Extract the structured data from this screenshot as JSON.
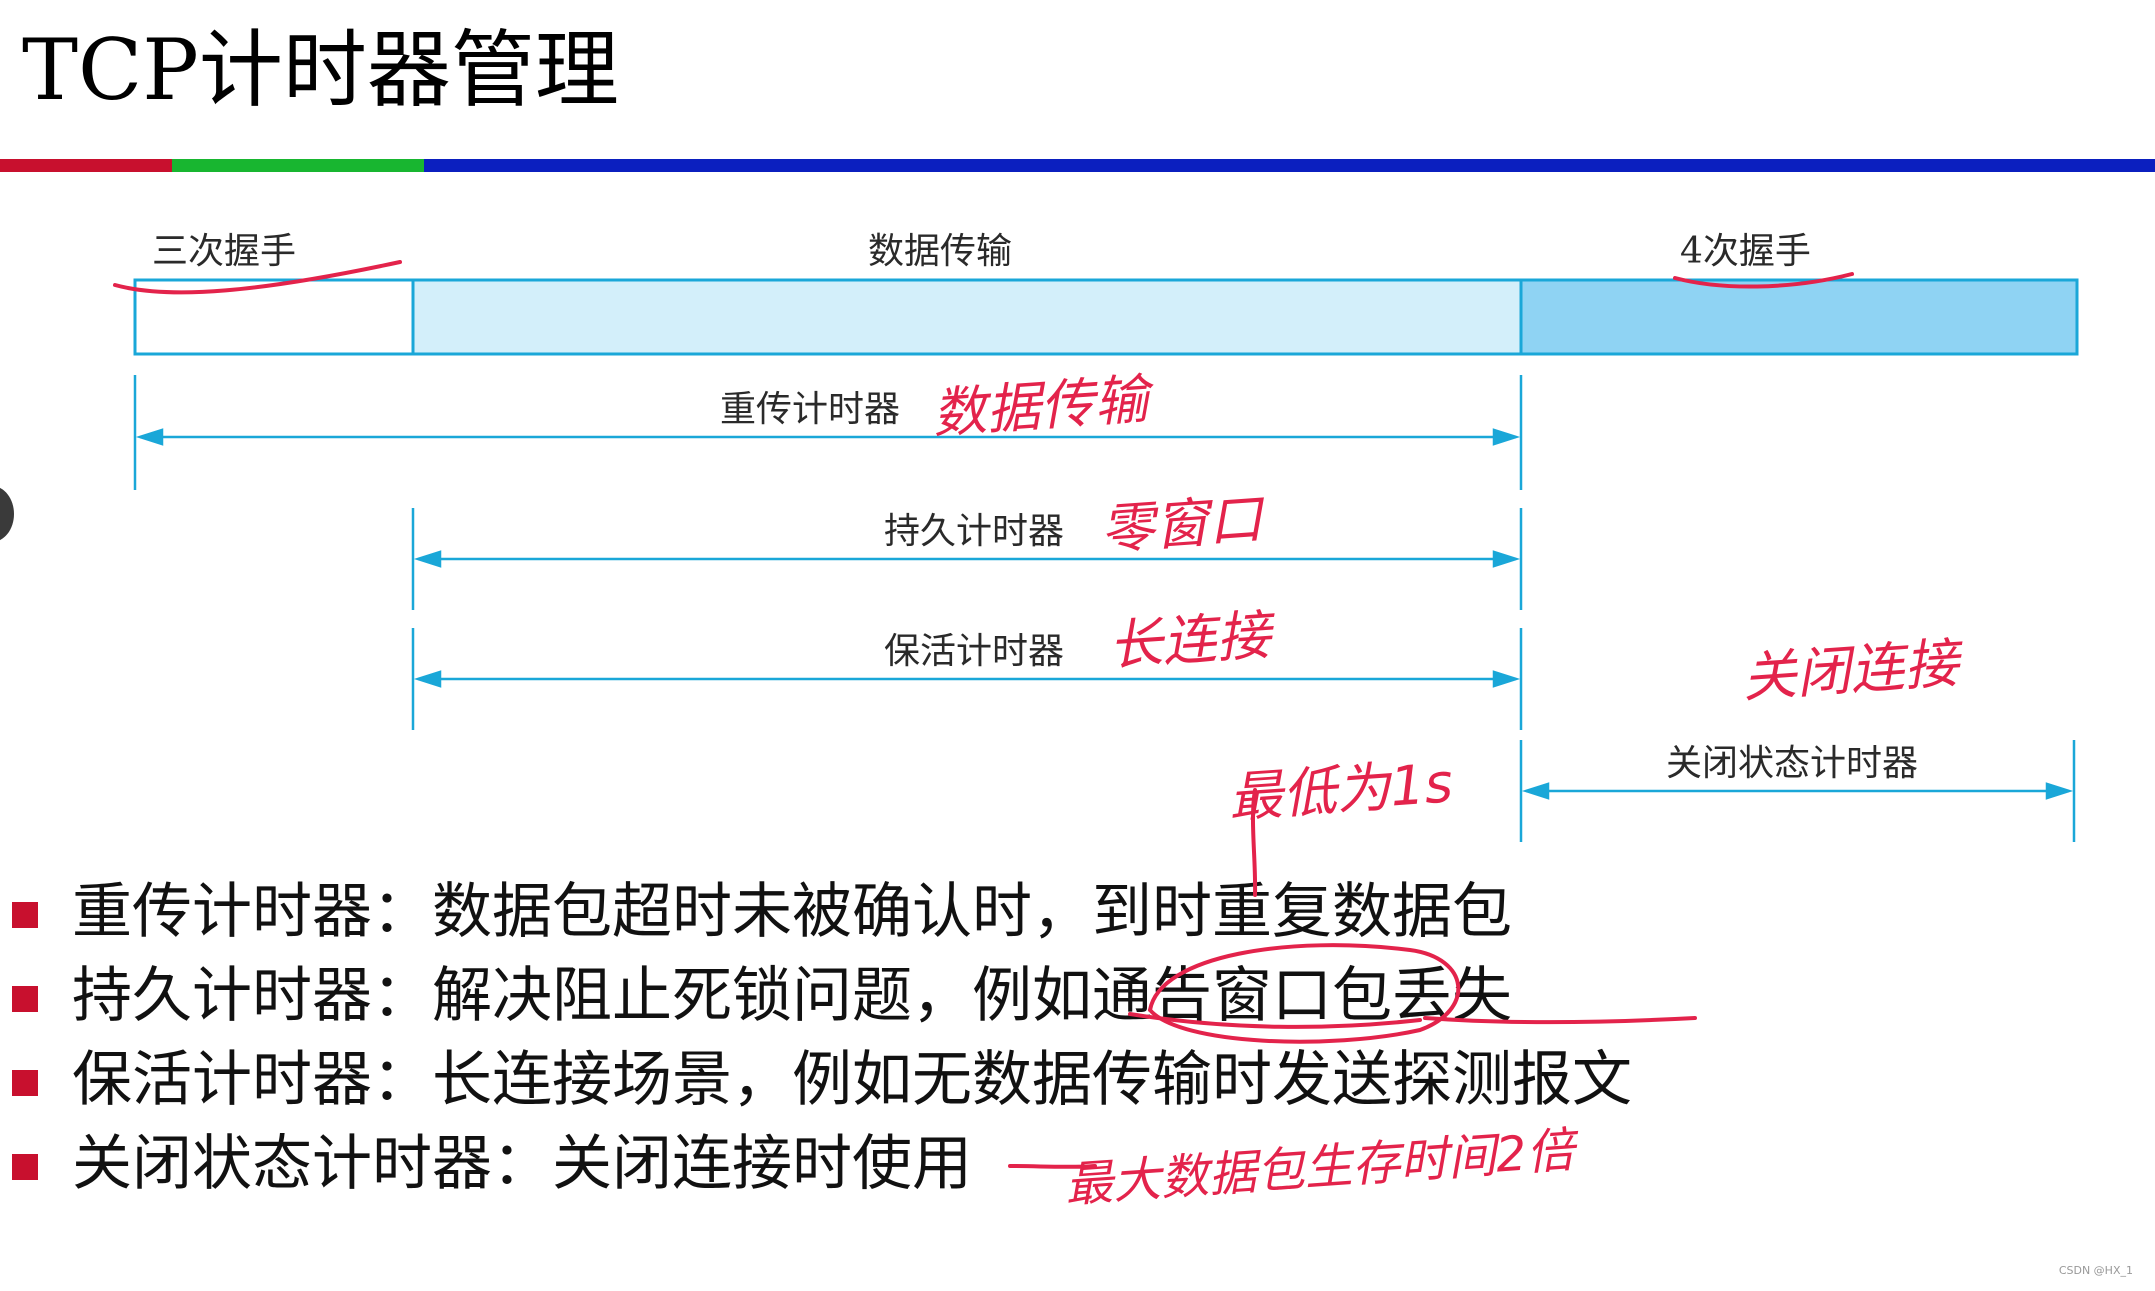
{
  "title": "TCP计时器管理",
  "phases": [
    "三次握手",
    "数据传输",
    "4次握手"
  ],
  "timers": {
    "retransmit": "重传计时器",
    "persist": "持久计时器",
    "keepalive": "保活计时器",
    "close": "关闭状态计时器"
  },
  "notes": {
    "retransmit": "数据传输",
    "persist": "零窗口",
    "keepalive": "长连接",
    "close": "关闭连接",
    "minimum": "最低为1s"
  },
  "bullets": [
    "重传计时器：数据包超时未被确认时，到时重复数据包",
    "持久计时器：解决阻止死锁问题，例如通告窗口包丢失",
    "保活计时器：长连接场景，例如无数据传输时发送探测报文",
    "关闭状态计时器：关闭连接时使用"
  ],
  "bullet_note": "最大数据包生存时间2倍",
  "credit": "CSDN @HX_1",
  "colors": {
    "red": "#c8102e",
    "green": "#18b630",
    "blue": "#0b1fbf",
    "diagram_line": "#1aa7d8",
    "ink": "#e3234b"
  }
}
